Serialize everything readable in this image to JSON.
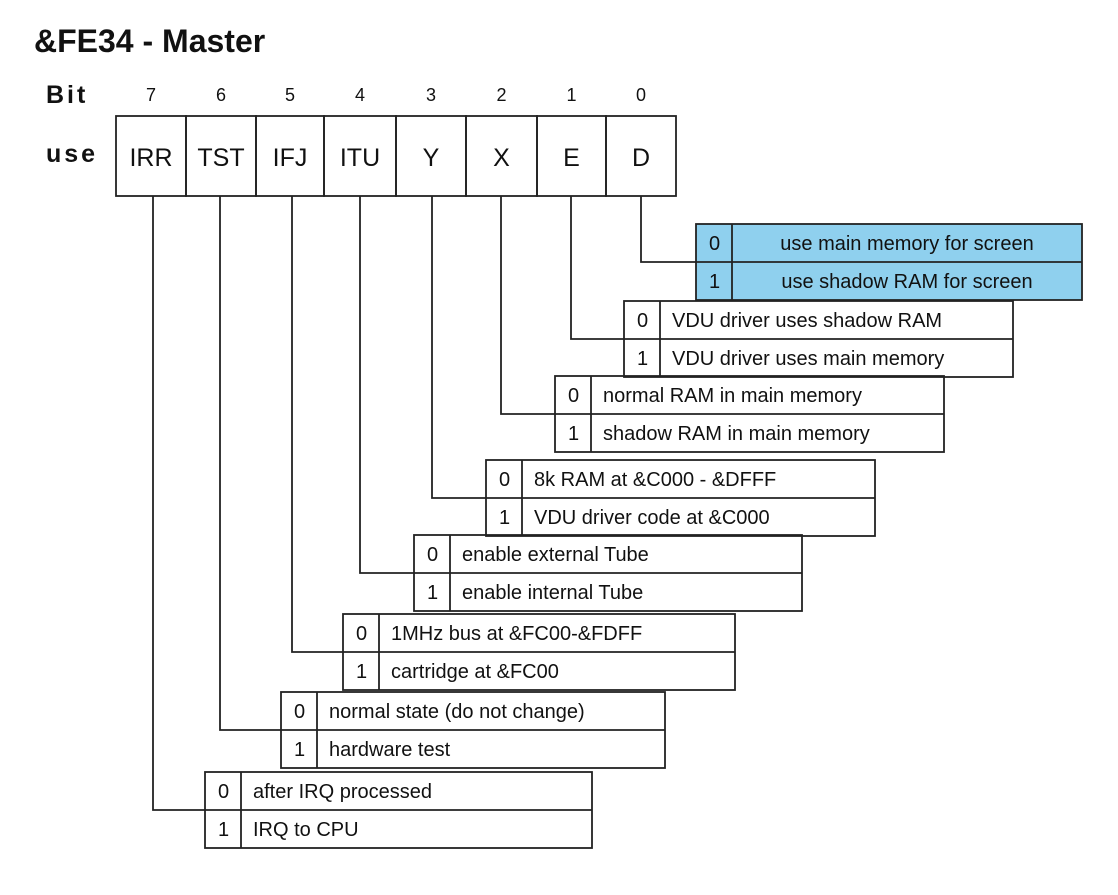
{
  "title": "&FE34  -  Master",
  "row_labels": {
    "bit": "Bit",
    "use": "use"
  },
  "highlight_color": "#8fd0ee",
  "bits": [
    {
      "bit": "7",
      "name": "IRR",
      "options": [
        {
          "value": "0",
          "text": "after IRQ processed"
        },
        {
          "value": "1",
          "text": "IRQ to CPU"
        }
      ]
    },
    {
      "bit": "6",
      "name": "TST",
      "options": [
        {
          "value": "0",
          "text": "normal state (do not change)"
        },
        {
          "value": "1",
          "text": "hardware test"
        }
      ]
    },
    {
      "bit": "5",
      "name": "IFJ",
      "options": [
        {
          "value": "0",
          "text": "1MHz bus at &FC00-&FDFF"
        },
        {
          "value": "1",
          "text": "cartridge at &FC00"
        }
      ]
    },
    {
      "bit": "4",
      "name": "ITU",
      "options": [
        {
          "value": "0",
          "text": "enable external Tube"
        },
        {
          "value": "1",
          "text": "enable internal Tube"
        }
      ]
    },
    {
      "bit": "3",
      "name": "Y",
      "options": [
        {
          "value": "0",
          "text": "8k RAM at &C000 - &DFFF"
        },
        {
          "value": "1",
          "text": "VDU driver code at &C000"
        }
      ]
    },
    {
      "bit": "2",
      "name": "X",
      "options": [
        {
          "value": "0",
          "text": "normal RAM in main memory"
        },
        {
          "value": "1",
          "text": "shadow RAM in main memory"
        }
      ]
    },
    {
      "bit": "1",
      "name": "E",
      "options": [
        {
          "value": "0",
          "text": "VDU driver uses shadow RAM"
        },
        {
          "value": "1",
          "text": "VDU driver uses main memory"
        }
      ]
    },
    {
      "bit": "0",
      "name": "D",
      "highlighted": true,
      "options": [
        {
          "value": "0",
          "text": "use main memory for screen"
        },
        {
          "value": "1",
          "text": "use shadow RAM for screen"
        }
      ]
    }
  ]
}
